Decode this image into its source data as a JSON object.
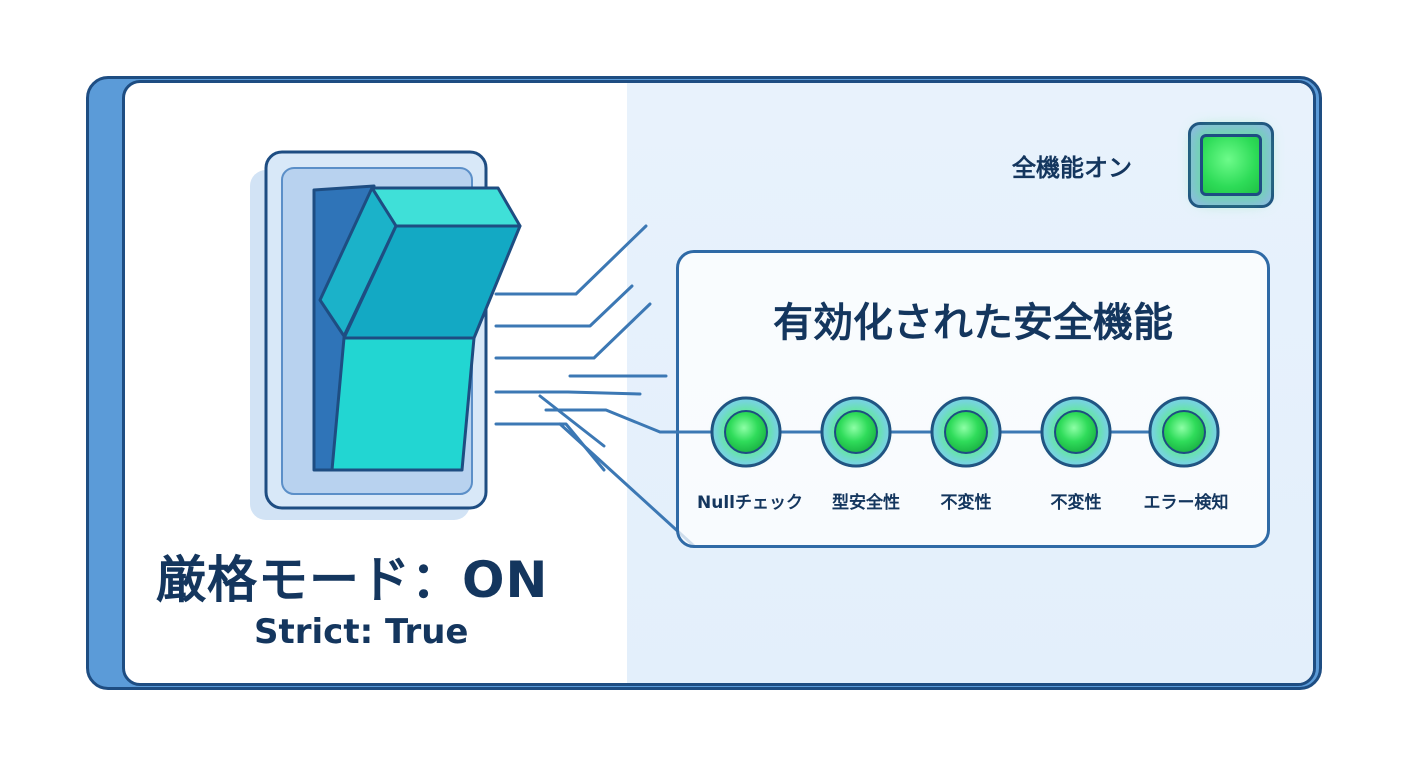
{
  "mode": {
    "title": "厳格モード：ON",
    "subtitle": "Strict: True"
  },
  "status": {
    "all_on_label": "全機能オン",
    "indicator_color": "#2edc58"
  },
  "features": {
    "title": "有効化された安全機能",
    "items": [
      {
        "label": "Nullチェック",
        "state": "on"
      },
      {
        "label": "型安全性",
        "state": "on"
      },
      {
        "label": "不変性",
        "state": "on"
      },
      {
        "label": "不変性",
        "state": "on"
      },
      {
        "label": "エラー検知",
        "state": "on"
      }
    ]
  },
  "colors": {
    "outline": "#1e4d82",
    "panel_accent": "#5b9bd8",
    "switch_teal": "#22c9d6",
    "led_green": "#2edc58",
    "text": "#14365e"
  }
}
